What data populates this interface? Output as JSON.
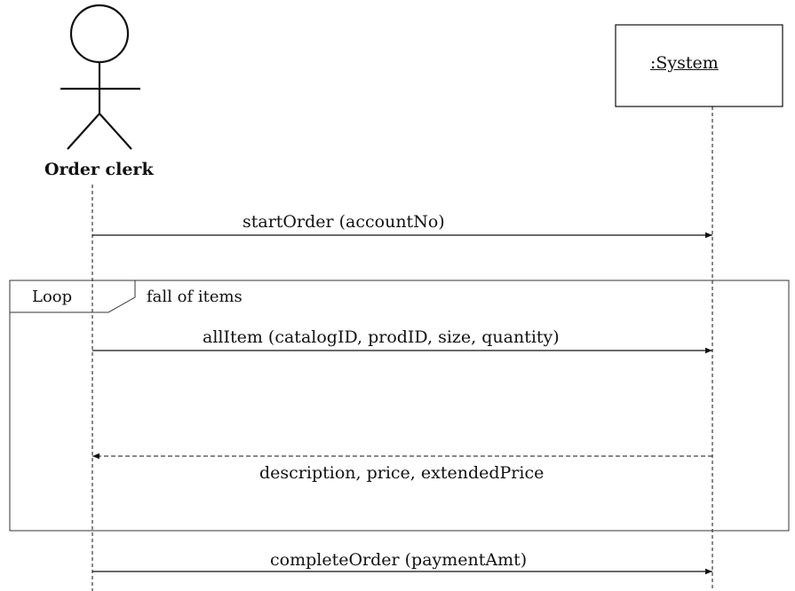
{
  "actor": {
    "name": "Order clerk",
    "icon": "stick-figure-icon"
  },
  "object": {
    "name": ":System"
  },
  "frame": {
    "keyword": "Loop",
    "guard": "fall of items"
  },
  "messages": [
    {
      "label": "startOrder (accountNo)",
      "kind": "synchronous",
      "from": "Order clerk",
      "to": ":System"
    },
    {
      "label": "allItem (catalogID, prodID, size, quantity)",
      "kind": "synchronous",
      "from": "Order clerk",
      "to": ":System"
    },
    {
      "label": "description, price, extendedPrice",
      "kind": "return",
      "from": ":System",
      "to": "Order clerk"
    },
    {
      "label": "completeOrder (paymentAmt)",
      "kind": "synchronous",
      "from": "Order clerk",
      "to": ":System"
    }
  ]
}
